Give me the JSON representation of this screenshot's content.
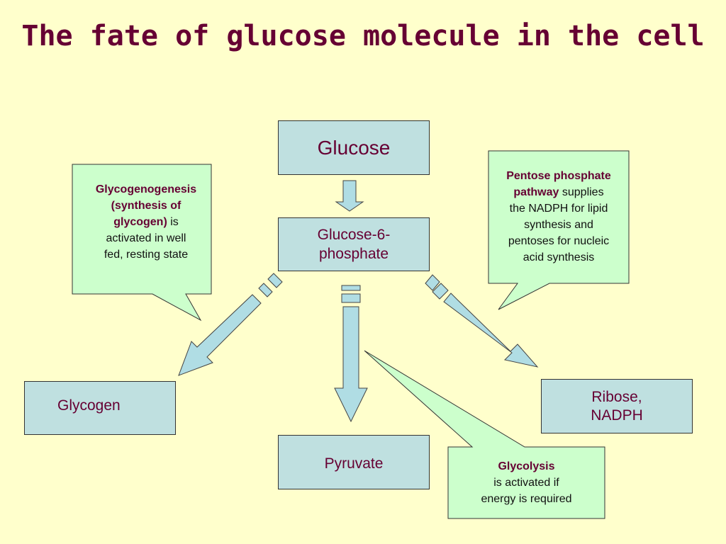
{
  "title": "The fate of glucose molecule in the cell",
  "colors": {
    "background": "#ffffcc",
    "title": "#660033",
    "box_fill": "#bfe0e0",
    "box_text": "#660033",
    "callout_fill": "#ccffcc",
    "arrow_fill": "#b0dde4",
    "highlight_text": "#660033"
  },
  "nodes": {
    "glucose": "Glucose",
    "g6p_line1": "Glucose-6-",
    "g6p_line2": "phosphate",
    "glycogen": "Glycogen",
    "pyruvate": "Pyruvate",
    "ribose_line1": "Ribose,",
    "ribose_line2": "NADPH"
  },
  "callouts": {
    "glycogenesis": {
      "line1": "Glycogenogenesis",
      "line2": "(synthesis of",
      "line3_bold": "glycogen)",
      "line3_rest": " is",
      "line4": "activated in well",
      "line5": "fed, resting state"
    },
    "pentose": {
      "line1": "Pentose phosphate",
      "line2_bold": "pathway",
      "line2_rest": " supplies",
      "line3": "the NADPH for lipid",
      "line4": "synthesis and",
      "line5": "pentoses for nucleic",
      "line6": "acid synthesis"
    },
    "glycolysis": {
      "line1": "Glycolysis",
      "line2": "is activated if",
      "line3": "energy is required"
    }
  },
  "edges": [
    {
      "from": "Glucose",
      "to": "Glucose-6-phosphate"
    },
    {
      "from": "Glucose-6-phosphate",
      "to": "Glycogen"
    },
    {
      "from": "Glucose-6-phosphate",
      "to": "Pyruvate"
    },
    {
      "from": "Glucose-6-phosphate",
      "to": "Ribose, NADPH"
    }
  ]
}
